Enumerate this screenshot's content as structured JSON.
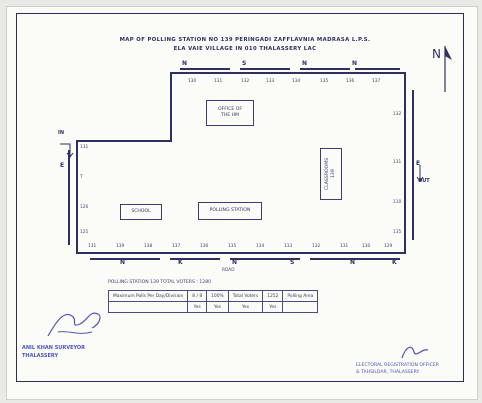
{
  "title": {
    "line1": "MAP OF POLLING STATION NO 139 PERINGADI ZAFFLAVNIA MADRASA L.P.S.",
    "line2": "ELA VAIE VILLAGE IN 010 THALASSERY LAC"
  },
  "compass": {
    "letter": "N"
  },
  "rooms": {
    "office": "OFFICE OF\nTHE HM",
    "school": "SCHOOL",
    "polling_station": "POLLING STATION",
    "right_block": "CLASSROOMS\n139"
  },
  "labels": {
    "in": "IN",
    "out": "OUT",
    "entry_letter_left": "E",
    "entry_letter_right": "E"
  },
  "top_codes": [
    "N",
    "S",
    "N",
    "N"
  ],
  "top_numbers": [
    "130",
    "131",
    "132",
    "133",
    "134",
    "135",
    "136",
    "137"
  ],
  "bottom_codes": [
    "N",
    "K",
    "N",
    "S",
    "N",
    "K"
  ],
  "bottom_numbers": [
    "131",
    "139",
    "138",
    "137",
    "136",
    "135",
    "134",
    "133",
    "132",
    "131",
    "130",
    "129"
  ],
  "side_numbers_left": [
    "131",
    "T",
    "126",
    "125"
  ],
  "side_numbers_right": [
    "132",
    "131",
    "110",
    "135"
  ],
  "bottom_road": "ROAD",
  "legend_title": "POLLING STATION 139 TOTAL VOTERS : 1280",
  "legend": {
    "row1": [
      "Maximum Polls Per Day/Division",
      "8 / 8",
      "100%",
      "Total Voters",
      "1252",
      "Polling Area"
    ],
    "row2": [
      "",
      "Yes",
      "Yes",
      "Yes",
      "Yes",
      ""
    ]
  },
  "signature_left": {
    "line1": "ANIL KHAN SURVEYOR",
    "line2": "THALASSERY"
  },
  "signature_right": {
    "line1": "ELECTORAL REGISTRATION OFFICER",
    "line2": "& TAHSILDAR, THALASSERY"
  },
  "colors": {
    "ink": "#2e3060",
    "stamp": "#4e55b8",
    "paper": "#fbfbf8"
  }
}
